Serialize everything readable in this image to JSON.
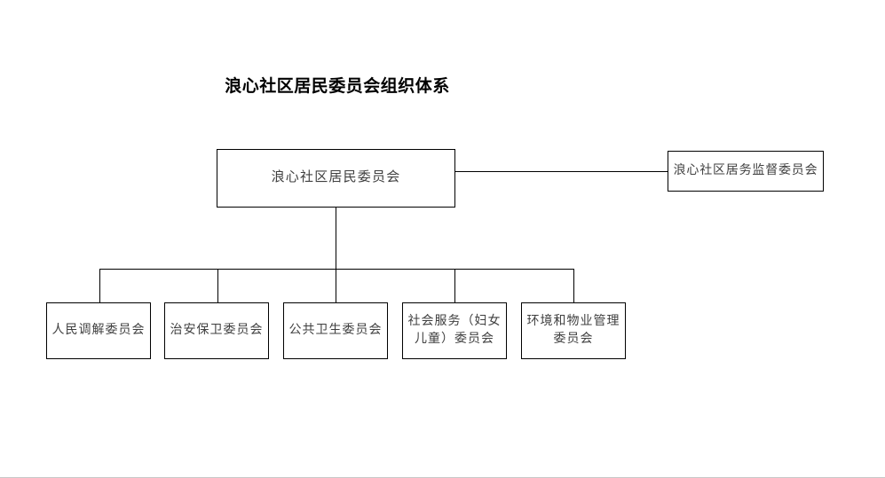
{
  "diagram": {
    "title": "浪心社区居民委员会组织体系",
    "type": "organizational-chart",
    "background_color": "#ffffff",
    "line_color": "#000000",
    "box_text_color": "#3f3f3f",
    "title_color": "#000000",
    "root": {
      "label": "浪心社区居民委员会"
    },
    "supervisor": {
      "label": "浪心社区居务监督委员会"
    },
    "children": [
      {
        "label": "人民调解委员会",
        "lines": [
          "人民调解委员会"
        ]
      },
      {
        "label": "治安保卫委员会",
        "lines": [
          "治安保卫委员会"
        ]
      },
      {
        "label": "公共卫生委员会",
        "lines": [
          "公共卫生委员会"
        ]
      },
      {
        "label": "社会服务（妇女儿童）委员会",
        "lines": [
          "社会服务（妇女",
          "儿童）委员会"
        ]
      },
      {
        "label": "环境和物业管理委员会",
        "lines": [
          "环境和物业管理",
          "委员会"
        ]
      }
    ]
  }
}
